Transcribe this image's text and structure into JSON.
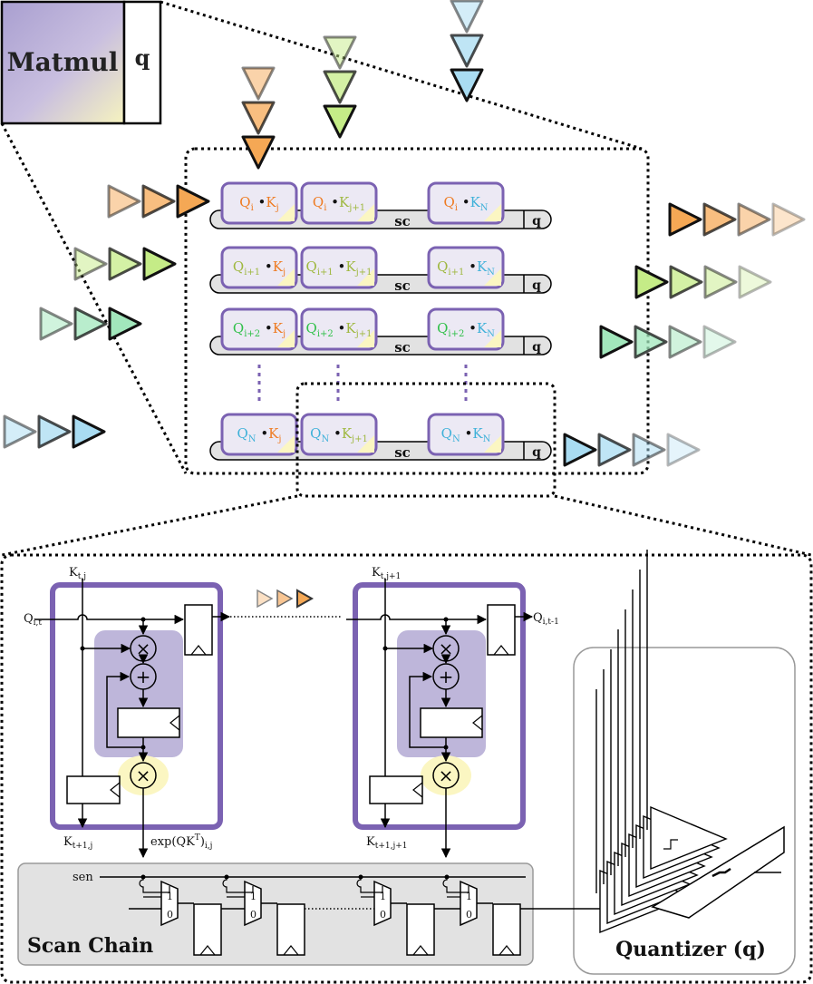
{
  "top_block": {
    "matmul_label": "Matmul",
    "q_label": "q"
  },
  "array_rows": [
    {
      "cells": [
        {
          "q_base": "Q",
          "q_sub": "i",
          "k_base": "K",
          "k_sub": "j"
        },
        {
          "q_base": "Q",
          "q_sub": "i",
          "k_base": "K",
          "k_sub": "j+1"
        },
        {
          "q_base": "Q",
          "q_sub": "i",
          "k_base": "K",
          "k_sub": "N"
        }
      ],
      "sc_label": "sc",
      "q_label": "q"
    },
    {
      "cells": [
        {
          "q_base": "Q",
          "q_sub": "i+1",
          "k_base": "K",
          "k_sub": "j"
        },
        {
          "q_base": "Q",
          "q_sub": "i+1",
          "k_base": "K",
          "k_sub": "j+1"
        },
        {
          "q_base": "Q",
          "q_sub": "i+1",
          "k_base": "K",
          "k_sub": "N"
        }
      ],
      "sc_label": "sc",
      "q_label": "q"
    },
    {
      "cells": [
        {
          "q_base": "Q",
          "q_sub": "i+2",
          "k_base": "K",
          "k_sub": "j"
        },
        {
          "q_base": "Q",
          "q_sub": "i+2",
          "k_base": "K",
          "k_sub": "j+1"
        },
        {
          "q_base": "Q",
          "q_sub": "i+2",
          "k_base": "K",
          "k_sub": "N"
        }
      ],
      "sc_label": "sc",
      "q_label": "q"
    },
    {
      "cells": [
        {
          "q_base": "Q",
          "q_sub": "N",
          "k_base": "K",
          "k_sub": "j"
        },
        {
          "q_base": "Q",
          "q_sub": "N",
          "k_base": "K",
          "k_sub": "j+1"
        },
        {
          "q_base": "Q",
          "q_sub": "N",
          "k_base": "K",
          "k_sub": "N"
        }
      ],
      "sc_label": "sc",
      "q_label": "q"
    }
  ],
  "colors": {
    "purple": "#7b62b2",
    "purple_fill": "#b3a9d4",
    "cell_fill": "#ece9f4",
    "cream": "#fbf6c2",
    "orange": "#f5a855",
    "lime": "#c5ec87",
    "green": "#a2e7bc",
    "blue": "#a9dcf2",
    "q_orange": "#ee7b22",
    "q_lime": "#9fb840",
    "q_green": "#31c04a",
    "q_blue": "#3fb1d9",
    "gray_fill": "#e2e2e2"
  },
  "detail": {
    "pe1": {
      "k_in": "K",
      "k_in_sub": "t,j",
      "k_out": "K",
      "k_out_sub": "t+1,j",
      "q_in": "Q",
      "q_in_sub": "i,t"
    },
    "pe2": {
      "k_in": "K",
      "k_in_sub": "t,j+1",
      "k_out": "K",
      "k_out_sub": "t+1,j+1",
      "q_out": "Q",
      "q_out_sub": "i,t-1"
    },
    "exp_label": {
      "pre": "exp(QK",
      "sup": "T",
      "post": ")",
      "sub": "i,j"
    },
    "multiply_symbol": "×",
    "add_symbol": "+",
    "sen_label": "sen",
    "mux_one": "1",
    "mux_zero": "0",
    "scan_chain_label": "Scan Chain",
    "quantizer_label": "Quantizer (q)"
  }
}
